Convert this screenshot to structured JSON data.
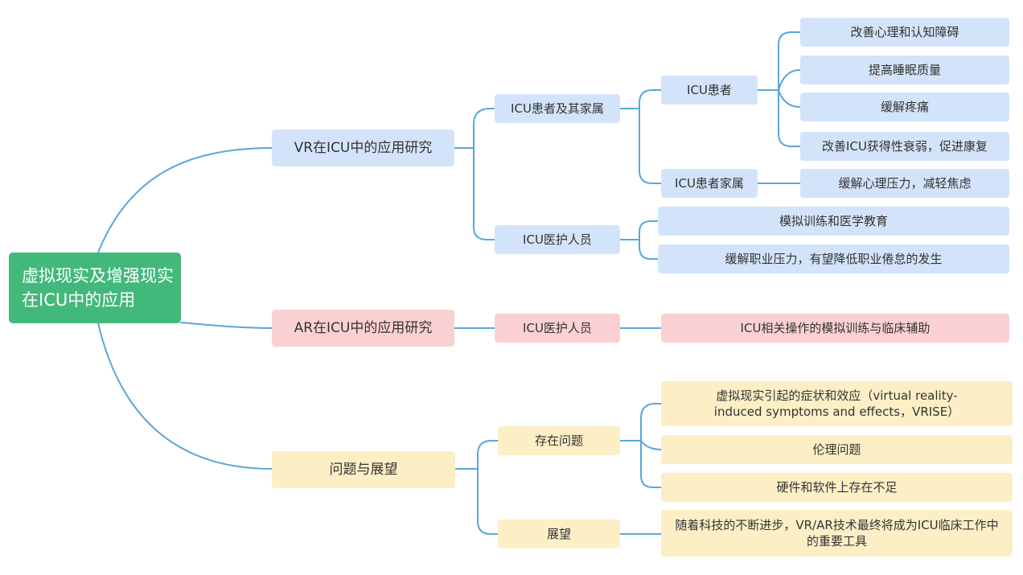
{
  "root": {
    "label": "虚拟现实及增强现实在ICU中的应用"
  },
  "branches": {
    "vr": {
      "label": "VR在ICU中的应用研究",
      "patients_family": {
        "label": "ICU患者及其家属",
        "patients": {
          "label": "ICU患者",
          "items": [
            "改善心理和认知障碍",
            "提高睡眠质量",
            "缓解疼痛",
            "改善ICU获得性衰弱，促进康复"
          ]
        },
        "family": {
          "label": "ICU患者家属",
          "items": [
            "缓解心理压力，减轻焦虑"
          ]
        }
      },
      "staff": {
        "label": "ICU医护人员",
        "items": [
          "模拟训练和医学教育",
          "缓解职业压力，有望降低职业倦怠的发生"
        ]
      }
    },
    "ar": {
      "label": "AR在ICU中的应用研究",
      "staff": {
        "label": "ICU医护人员",
        "items": [
          "ICU相关操作的模拟训练与临床辅助"
        ]
      }
    },
    "issues": {
      "label": "问题与展望",
      "problems": {
        "label": "存在问题",
        "items": [
          "虚拟现实引起的症状和效应（virtual reality-induced symptoms and effects，VRISE）",
          "伦理问题",
          "硬件和软件上存在不足"
        ]
      },
      "outlook": {
        "label": "展望",
        "items": [
          "随着科技的不断进步，VR/AR技术最终将成为ICU临床工作中的重要工具"
        ]
      }
    }
  },
  "colors": {
    "root": "#43b87b",
    "vr": "#d3e4fa",
    "ar": "#fbd0d3",
    "issues": "#fcefc6",
    "connector": "#5ba7d8"
  }
}
